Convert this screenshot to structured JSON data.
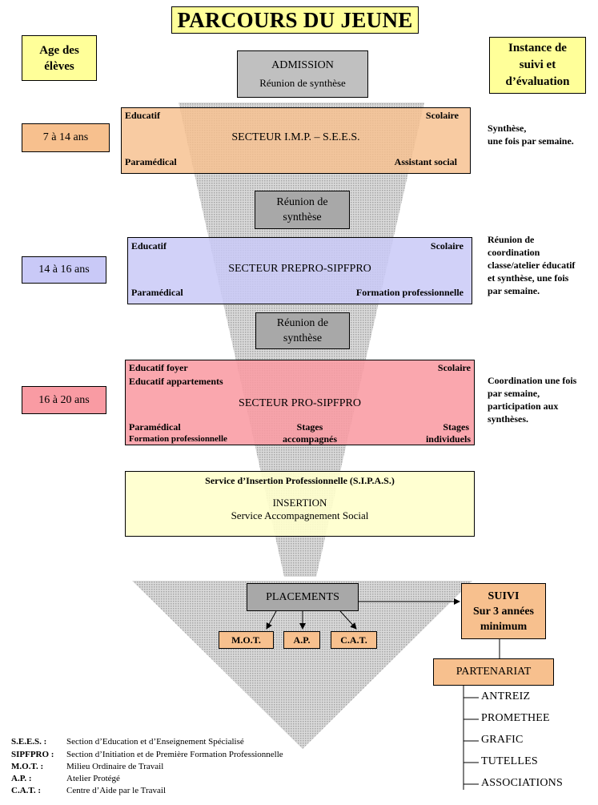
{
  "title": "PARCOURS DU JEUNE",
  "age_header": "Age des élèves",
  "instance_header_lines": [
    "Instance de",
    "suivi et",
    "d’évaluation"
  ],
  "admission": {
    "title": "ADMISSION",
    "subtitle": "Réunion de synthèse"
  },
  "reunion_lines": [
    "Réunion de",
    "synthèse"
  ],
  "sectors": [
    {
      "age": "7 à 14 ans",
      "name": "SECTEUR I.M.P. – S.E.E.S.",
      "top_left": "Educatif",
      "top_right": "Scolaire",
      "bottom_left": "Paramédical",
      "bottom_right": "Assistant social",
      "color": "#f7c08e"
    },
    {
      "age": "14 à 16 ans",
      "name": "SECTEUR PREPRO-SIPFPRO",
      "top_left": "Educatif",
      "top_right": "Scolaire",
      "bottom_left": "Paramédical",
      "bottom_right": "Formation professionnelle",
      "color": "#c9c9f7"
    },
    {
      "age": "16 à 20 ans",
      "name": "SECTEUR PRO-SIPFPRO",
      "top_left_1": "Educatif foyer",
      "top_left_2": "Educatif appartements",
      "top_right": "Scolaire",
      "bottom_left_1": "Paramédical",
      "bottom_left_2": "Formation professionnelle",
      "bottom_mid_1": "Stages",
      "bottom_mid_2": "accompagnés",
      "bottom_right_1": "Stages",
      "bottom_right_2": "individuels",
      "color": "#f99ba3"
    }
  ],
  "annotations": [
    [
      "Synthèse,",
      "une fois par semaine."
    ],
    [
      "Réunion de",
      "coordination",
      "classe/atelier éducatif",
      "et synthèse, une fois",
      "par semaine."
    ],
    [
      "Coordination une fois",
      "par semaine,",
      "participation aux",
      "synthèses."
    ]
  ],
  "insertion": {
    "line1": "Service d’Insertion Professionnelle (S.I.P.A.S.)",
    "line2": "INSERTION",
    "line3": "Service Accompagnement Social"
  },
  "placements": {
    "label": "PLACEMENTS",
    "options": [
      "M.O.T.",
      "A.P.",
      "C.A.T."
    ]
  },
  "suivi_lines": [
    "SUIVI",
    "Sur 3 années",
    "minimum"
  ],
  "partenariat": {
    "label": "PARTENARIAT",
    "partners": [
      "ANTREIZ",
      "PROMETHEE",
      "GRAFIC",
      "TUTELLES",
      "ASSOCIATIONS"
    ]
  },
  "glossary": [
    {
      "abbr": "S.E.E.S. :",
      "def": "Section d’Education et d’Enseignement Spécialisé"
    },
    {
      "abbr": "SIPFPRO :",
      "def": "Section d’Initiation et de Première Formation Professionnelle"
    },
    {
      "abbr": "M.O.T. :",
      "def": "Milieu Ordinaire de Travail"
    },
    {
      "abbr": "A.P. :",
      "def": "Atelier Protégé"
    },
    {
      "abbr": "C.A.T. :",
      "def": "Centre d’Aide par le Travail"
    }
  ],
  "colors": {
    "yellow": "#ffff99",
    "gray_box": "#c0c0c0",
    "gray_dark": "#a8a8a8",
    "orange": "#f7c08e",
    "funnel": "#bfbfbf"
  }
}
